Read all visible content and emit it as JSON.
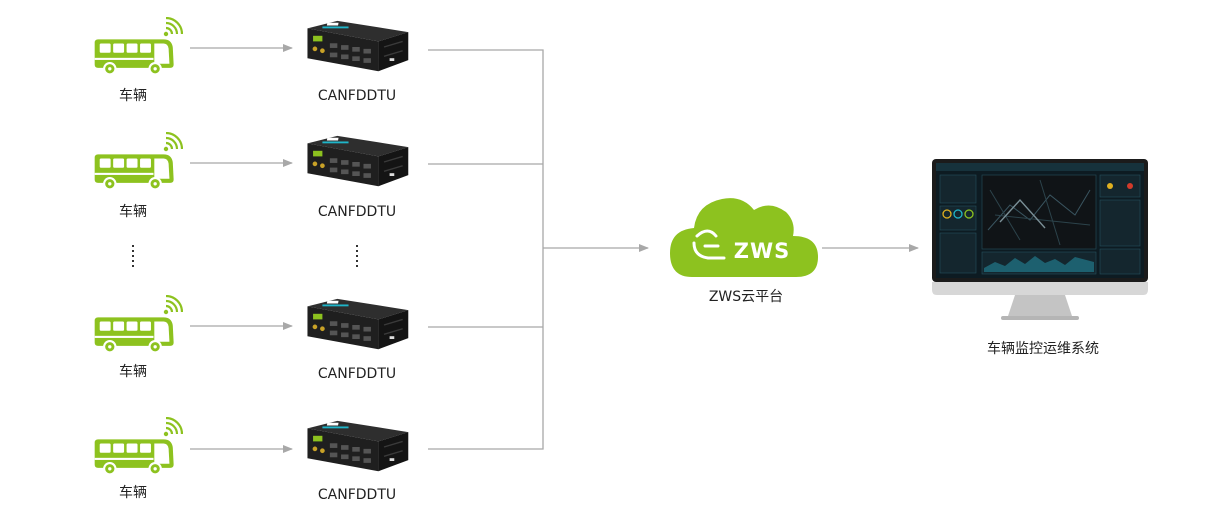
{
  "rows": [
    {
      "vehicle_label": "车辆",
      "device_label": "CANFDDTU"
    },
    {
      "vehicle_label": "车辆",
      "device_label": "CANFDDTU"
    },
    {
      "vehicle_label": "车辆",
      "device_label": "CANFDDTU"
    },
    {
      "vehicle_label": "车辆",
      "device_label": "CANFDDTU"
    }
  ],
  "cloud": {
    "logo_text": "ZWS",
    "label": "ZWS云平台"
  },
  "monitor": {
    "label": "车辆监控运维系统"
  },
  "colors": {
    "bus_green": "#8dc21f",
    "cloud_green": "#8dc21f",
    "line_gray": "#a8a8a8",
    "device_black": "#1f1f1f",
    "screen_dark": "#0d1b22"
  }
}
